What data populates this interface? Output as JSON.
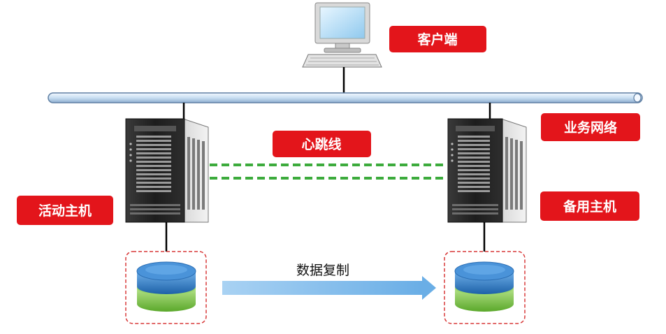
{
  "labels": {
    "client": "客户端",
    "business_network": "业务网络",
    "heartbeat": "心跳线",
    "active_host": "活动主机",
    "standby_host": "备用主机",
    "data_replication": "数据复制"
  },
  "colors": {
    "label_bg": "#e3151b",
    "network_bus": "#c8dcf0",
    "heartbeat": "#3cab3c",
    "arrow": "#7db8e6",
    "disk_top": "#2d79c7",
    "disk_bottom": "#7ac943",
    "dashed_box": "#d83a3a"
  }
}
